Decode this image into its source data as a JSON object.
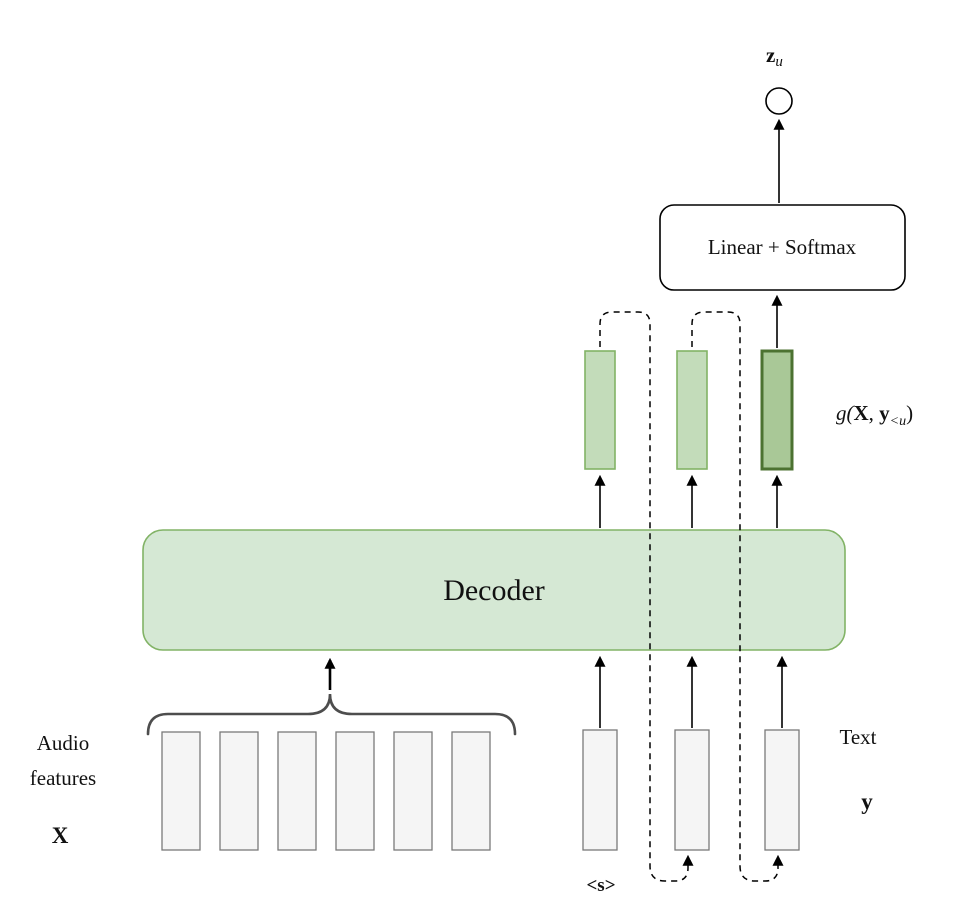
{
  "figure": {
    "output_symbol": {
      "base": "z",
      "subscript": "u"
    },
    "linear_softmax_label": "Linear + Softmax",
    "hidden_state_formula": {
      "prefix": "g(",
      "x": "X",
      "separator": ", ",
      "y": "y",
      "subscript": "<u",
      "suffix": ")"
    },
    "decoder_label": "Decoder",
    "audio": {
      "label_line1": "Audio",
      "label_line2": "features",
      "symbol": "X"
    },
    "text": {
      "label": "Text",
      "symbol": "y",
      "start_token": "<s>"
    },
    "colors": {
      "decoder_fill": "#d5e8d4",
      "decoder_stroke": "#82b366",
      "hidden_fill": "#c3dcba",
      "hidden_stroke": "#82b366",
      "hidden_current_fill": "#a9c897",
      "hidden_current_stroke": "#4c7231",
      "token_fill": "#f5f5f5",
      "token_stroke": "#7a7a7a",
      "box_fill": "#ffffff",
      "box_stroke": "#000000"
    }
  }
}
